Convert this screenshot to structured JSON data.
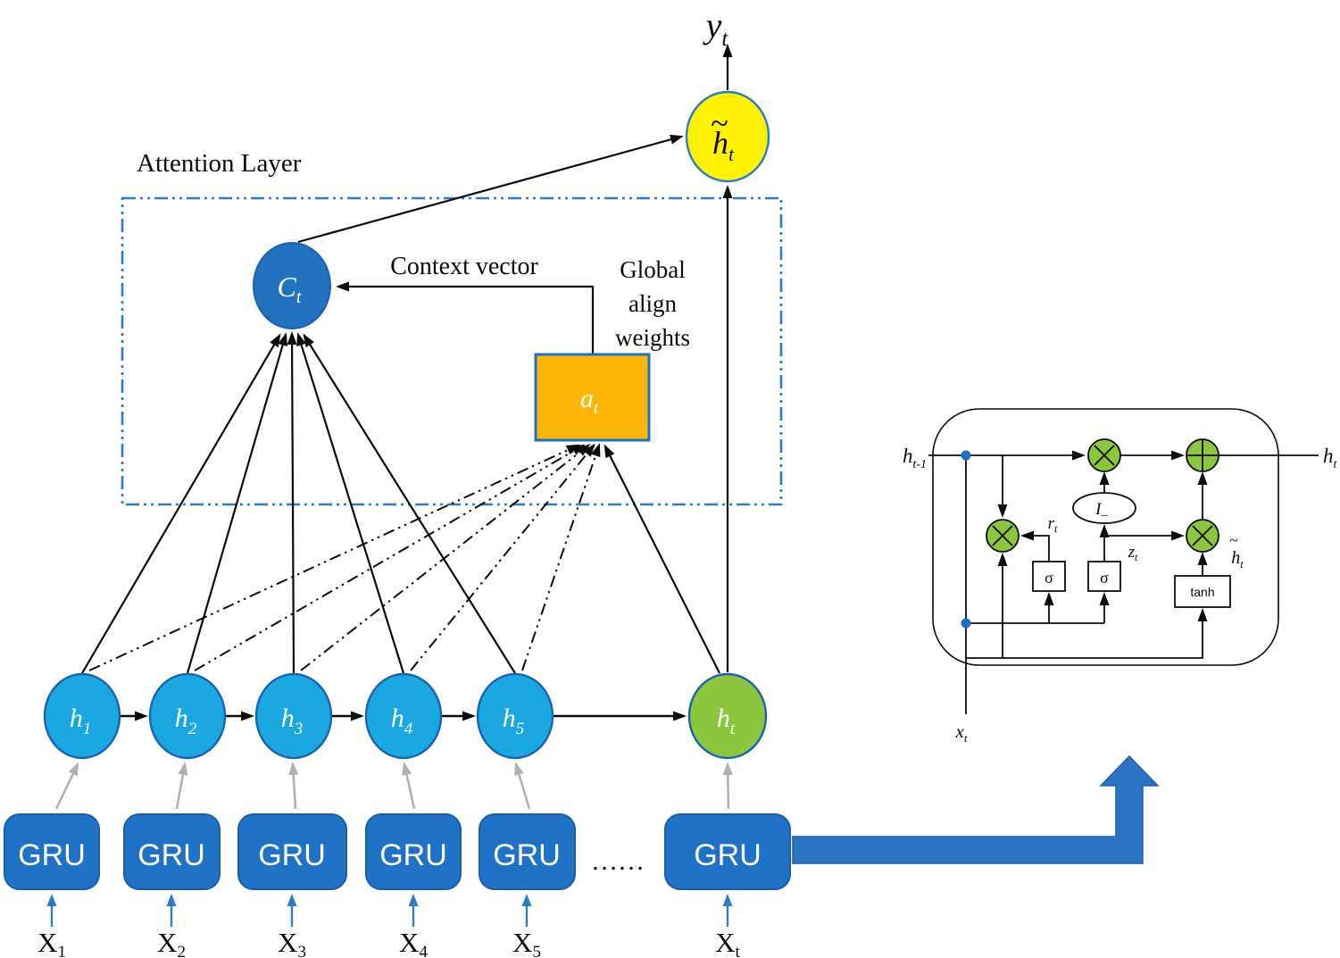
{
  "attention": {
    "title": "Attention Layer",
    "context_vector_label": "Context vector",
    "align_label_1": "Global",
    "align_label_2": "align",
    "align_label_3": "weights",
    "context_node": {
      "base": "C",
      "sub": "t"
    },
    "align_node": {
      "base": "a",
      "sub": "t"
    },
    "candidate_node": {
      "tilde": "~",
      "base": "h",
      "sub": "t"
    },
    "output_label": {
      "base": "y",
      "sub": "t"
    }
  },
  "encoder": {
    "gru_label": "GRU",
    "ellipsis": "……",
    "hidden_states": [
      {
        "base": "h",
        "sub": "1"
      },
      {
        "base": "h",
        "sub": "2"
      },
      {
        "base": "h",
        "sub": "3"
      },
      {
        "base": "h",
        "sub": "4"
      },
      {
        "base": "h",
        "sub": "5"
      },
      {
        "base": "h",
        "sub": "t"
      }
    ],
    "inputs": [
      {
        "base": "X",
        "sub": "1"
      },
      {
        "base": "X",
        "sub": "2"
      },
      {
        "base": "X",
        "sub": "3"
      },
      {
        "base": "X",
        "sub": "4"
      },
      {
        "base": "X",
        "sub": "5"
      },
      {
        "base": "X",
        "sub": "t"
      }
    ]
  },
  "gru_cell": {
    "h_prev": {
      "base": "h",
      "sub": "t-1"
    },
    "h_next": {
      "base": "h",
      "sub": "t"
    },
    "x_input": {
      "base": "x",
      "sub": "t"
    },
    "reset_gate": {
      "base": "r",
      "sub": "t"
    },
    "update_gate": {
      "base": "z",
      "sub": "t"
    },
    "candidate": {
      "tilde": "~",
      "base": "h",
      "sub": "t"
    },
    "sigma_r": "σ",
    "sigma_z": "σ",
    "tanh_label": "tanh",
    "one_minus": {
      "base": "I",
      "sub": "_"
    }
  },
  "colors": {
    "attention_box_blue": "#2B7CC9",
    "hidden_blue": "#1BA8E1",
    "node_border_blue": "#1B62B5",
    "context_blue": "#2372BF",
    "align_orange": "#FCB70A",
    "align_border": "#1F6FC5",
    "candidate_yellow": "#FFF203",
    "state_green": "#8CC63F",
    "gru_blue": "#1F72C6",
    "gru_border": "#1A5FA8",
    "gray_arrow": "#B0B0B0",
    "input_arrow_blue": "#2B7CC9",
    "junction_blue": "#1F6FC5",
    "big_arrow_blue": "#2B74C4",
    "big_arrow_border": "#1E5FAD"
  }
}
